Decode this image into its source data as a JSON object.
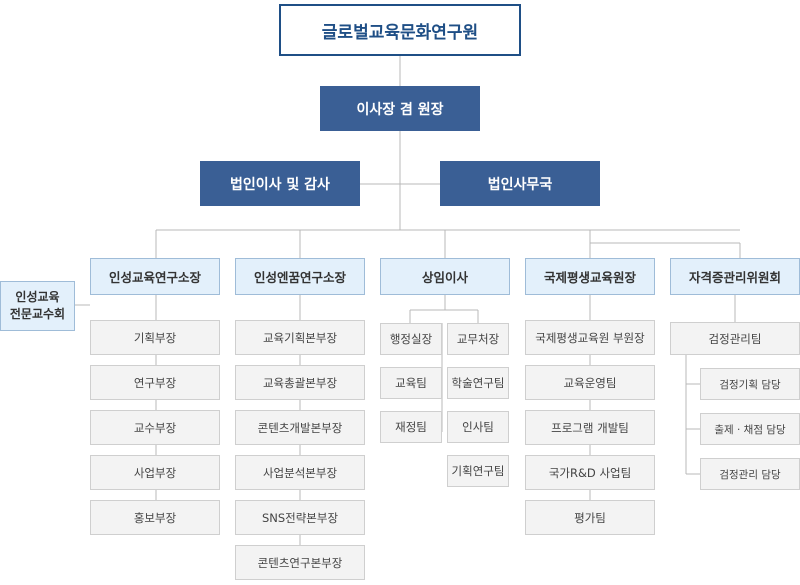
{
  "colors": {
    "top_border": "#1f4f86",
    "dark_box": "#3a5f95",
    "dept_fill": "#e3f0fb",
    "sub_fill": "#f3f3f3",
    "line": "#b9b9b9"
  },
  "top": {
    "title": "글로벌교육문화연구원"
  },
  "level2": {
    "chair": "이사장 겸 원장"
  },
  "level3": {
    "directors": "법인이사 및 감사",
    "secretariat": "법인사무국"
  },
  "side": {
    "line1": "인성교육",
    "line2": "전문교수회"
  },
  "departments": [
    {
      "name": "인성교육연구소장",
      "subs": [
        "기획부장",
        "연구부장",
        "교수부장",
        "사업부장",
        "홍보부장"
      ]
    },
    {
      "name": "인성엔꿈연구소장",
      "subs": [
        "교육기획본부장",
        "교육총괄본부장",
        "콘텐츠개발본부장",
        "사업분석본부장",
        "SNS전략본부장",
        "콘텐츠연구본부장"
      ]
    },
    {
      "name": "상임이사",
      "left": [
        "행정실장",
        "교육팀",
        "재정팀"
      ],
      "right": [
        "교무처장",
        "학술연구팀",
        "인사팀",
        "기획연구팀"
      ]
    },
    {
      "name": "국제평생교육원장",
      "subs": [
        "국제평생교육원 부원장",
        "교육운영팀",
        "프로그램 개발팀",
        "국가R&D 사업팀",
        "평가팀"
      ]
    },
    {
      "name": "자격증관리위원회",
      "head": "검정관리팀",
      "subs": [
        "검정기획 담당",
        "출제 · 채점 담당",
        "검정관리 담당"
      ]
    }
  ]
}
